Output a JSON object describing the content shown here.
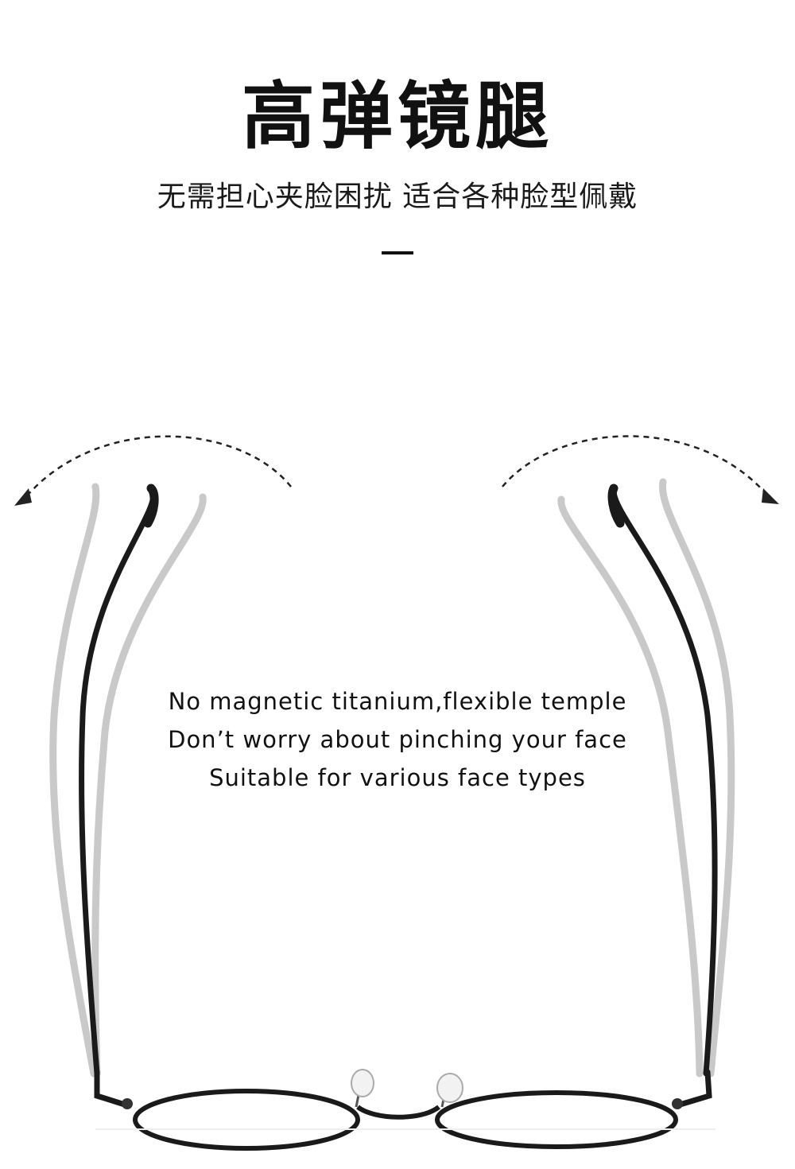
{
  "title": "高弹镜腿",
  "subtitle": "无需担心夹脸困扰 适合各种脸型佩戴",
  "english_lines": [
    "No magnetic titanium,flexible temple",
    "Don’t worry about pinching your face",
    "Suitable for various face types"
  ],
  "colors": {
    "text": "#111111",
    "frame": "#1a1a1a",
    "ghost_temple": "#c8c8c8"
  }
}
